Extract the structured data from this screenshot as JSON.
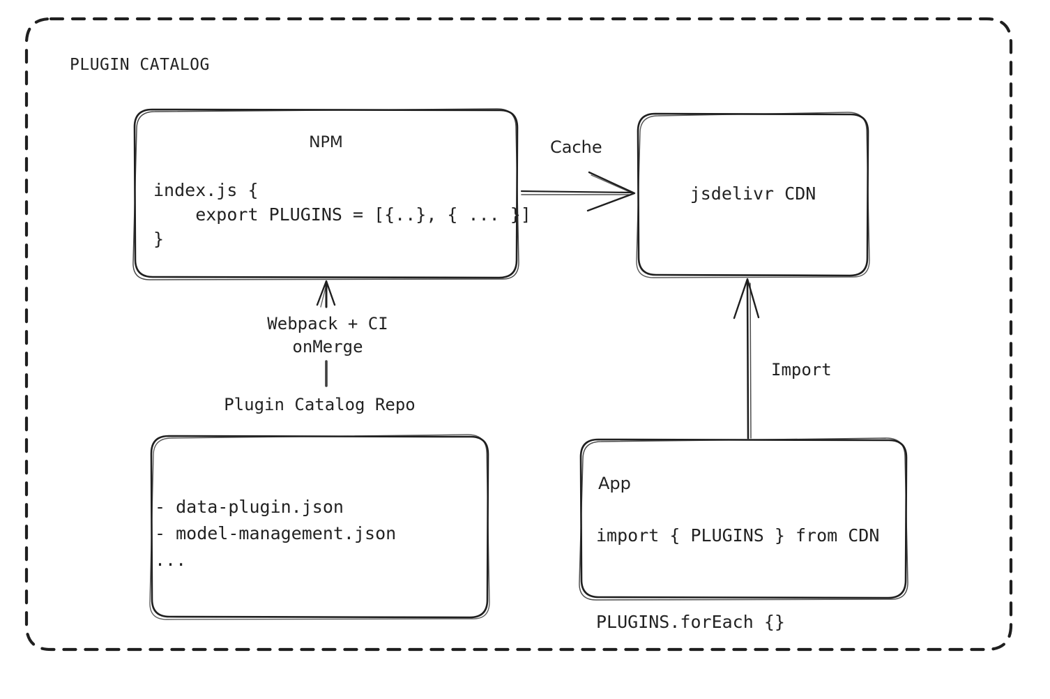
{
  "diagram": {
    "group_title": "PLUGIN CATALOG",
    "background": "#ffffff",
    "stroke": "#1f1f1f"
  },
  "nodes": {
    "npm": {
      "title": "NPM",
      "code": "index.js {\n    export PLUGINS = [{..}, { ... }]\n}"
    },
    "cdn": {
      "title": "jsdelivr CDN"
    },
    "repo": {
      "caption": "Plugin Catalog Repo",
      "list": "- data-plugin.json\n- model-management.json\n..."
    },
    "app": {
      "title": "App",
      "code": "import { PLUGINS } from CDN\n\nPLUGINS.forEach {}"
    }
  },
  "edges": {
    "cache": {
      "label": "Cache"
    },
    "build": {
      "label": "Webpack + CI\nonMerge"
    },
    "import": {
      "label": "Import"
    }
  }
}
